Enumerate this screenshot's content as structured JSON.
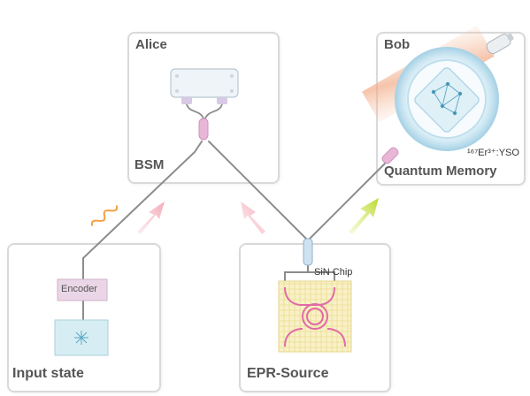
{
  "labels": {
    "alice": "Alice",
    "bob": "Bob",
    "bsm": "BSM",
    "quantum_memory": "Quantum Memory",
    "crystal": "¹⁶⁷Er³⁺:YSO",
    "input_state": "Input state",
    "encoder": "Encoder",
    "epr_source": "EPR-Source",
    "sin_chip": "SiN Chip"
  },
  "colors": {
    "panel_border": "#d9d9d9",
    "fiber": "#8c8c8c",
    "coupler": "#e8b6d6",
    "memory_ring": "#cfe8f3",
    "laser_beam": "#f6c6a8",
    "chip_pattern": "#f3e9b0",
    "ring_resonator": "#e16aa7",
    "encoder_box": "#ead6e6",
    "laser_box": "#d6eef3",
    "arrow_pink": "#f4b6c2",
    "arrow_green": "#c9e04c",
    "photon_wave": "#f2a045"
  }
}
